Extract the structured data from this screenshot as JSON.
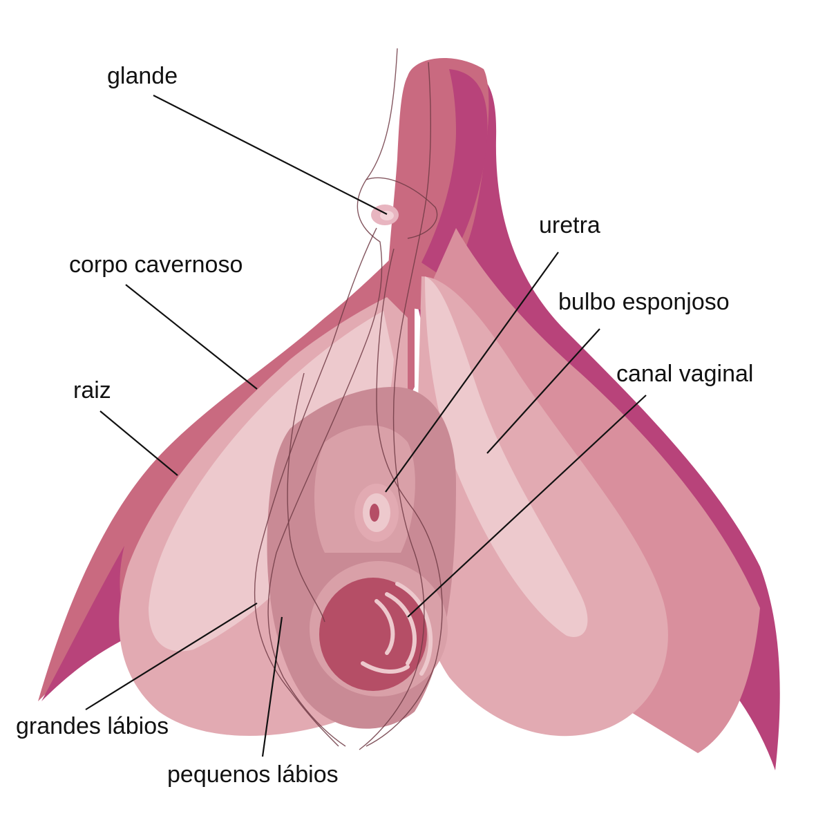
{
  "colors": {
    "background": "#ffffff",
    "outer_dark": "#b8437a",
    "outer": "#c96a80",
    "mid": "#d98f9d",
    "bulb": "#e2aab2",
    "bulb_light": "#edc9cd",
    "inner": "#c98a95",
    "canal": "#b54e66",
    "canal_ring": "#d9a0a8",
    "vein": "#6e3a44",
    "label": "#111111"
  },
  "labels": {
    "glande": "glande",
    "corpo_cavernoso": "corpo cavernoso",
    "raiz": "raiz",
    "uretra": "uretra",
    "bulbo_esponjoso": "bulbo esponjoso",
    "canal_vaginal": "canal vaginal",
    "grandes_labios": "grandes lábios",
    "pequenos_labios": "pequenos lábios"
  }
}
